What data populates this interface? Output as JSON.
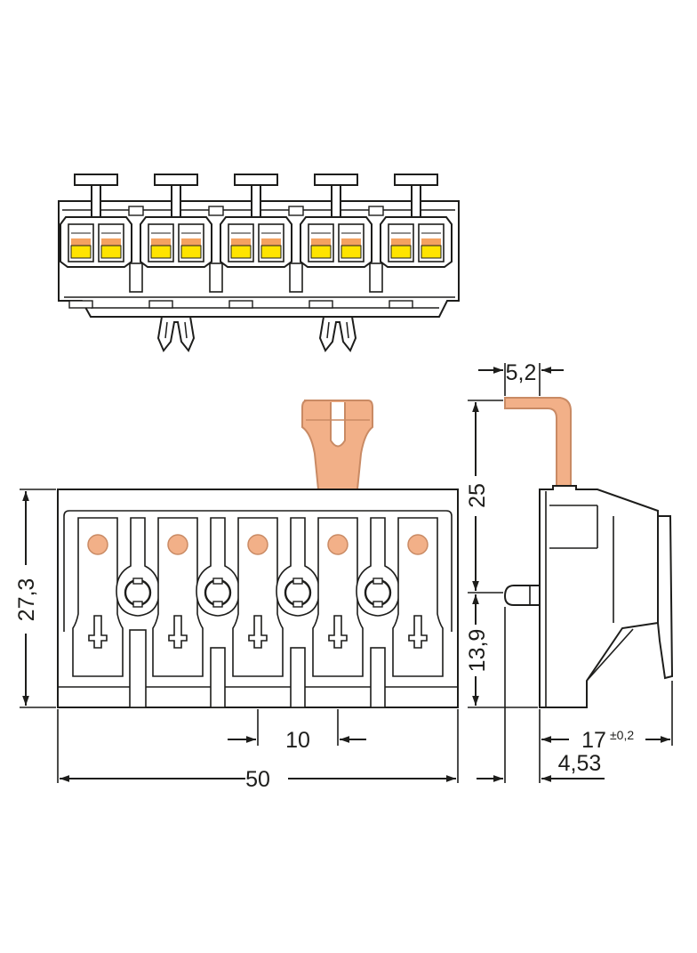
{
  "colors": {
    "line": "#1d1d1b",
    "lever": "#f2b088",
    "lever_edge": "#c98a64",
    "clamp_yellow": "#ffe400",
    "clamp_orange": "#f4a261",
    "background": "#ffffff"
  },
  "dimensions": {
    "pitch": "10",
    "total_width": "50",
    "height": "27,3",
    "lever_height": "25",
    "pin_height": "13,9",
    "lever_offset": "5,2",
    "depth": "17",
    "depth_tolerance": "±0,2",
    "pin_offset": "4,53"
  }
}
